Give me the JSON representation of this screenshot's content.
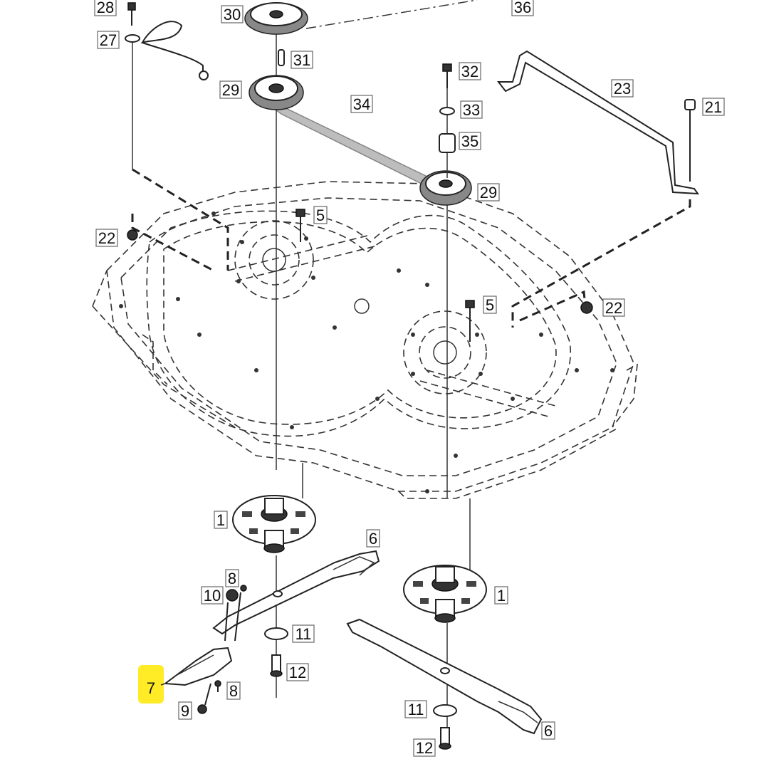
{
  "callouts": [
    {
      "id": "c28",
      "label": "28"
    },
    {
      "id": "c27",
      "label": "27"
    },
    {
      "id": "c30",
      "label": "30"
    },
    {
      "id": "c36",
      "label": "36"
    },
    {
      "id": "c31",
      "label": "31"
    },
    {
      "id": "c29a",
      "label": "29"
    },
    {
      "id": "c34",
      "label": "34"
    },
    {
      "id": "c32",
      "label": "32"
    },
    {
      "id": "c33",
      "label": "33"
    },
    {
      "id": "c35",
      "label": "35"
    },
    {
      "id": "c29b",
      "label": "29"
    },
    {
      "id": "c23",
      "label": "23"
    },
    {
      "id": "c21",
      "label": "21"
    },
    {
      "id": "c5a",
      "label": "5"
    },
    {
      "id": "c22a",
      "label": "22"
    },
    {
      "id": "c5b",
      "label": "5"
    },
    {
      "id": "c22b",
      "label": "22"
    },
    {
      "id": "c1a",
      "label": "1"
    },
    {
      "id": "c6a",
      "label": "6"
    },
    {
      "id": "c8a",
      "label": "8"
    },
    {
      "id": "c10",
      "label": "10"
    },
    {
      "id": "c11a",
      "label": "11"
    },
    {
      "id": "c1b",
      "label": "1"
    },
    {
      "id": "c12a",
      "label": "12"
    },
    {
      "id": "c7",
      "label": "7"
    },
    {
      "id": "c8b",
      "label": "8"
    },
    {
      "id": "c9",
      "label": "9"
    },
    {
      "id": "c11b",
      "label": "11"
    },
    {
      "id": "c6b",
      "label": "6"
    },
    {
      "id": "c12b",
      "label": "12"
    }
  ],
  "highlight": {
    "color": "#ffe800",
    "target": "7"
  }
}
